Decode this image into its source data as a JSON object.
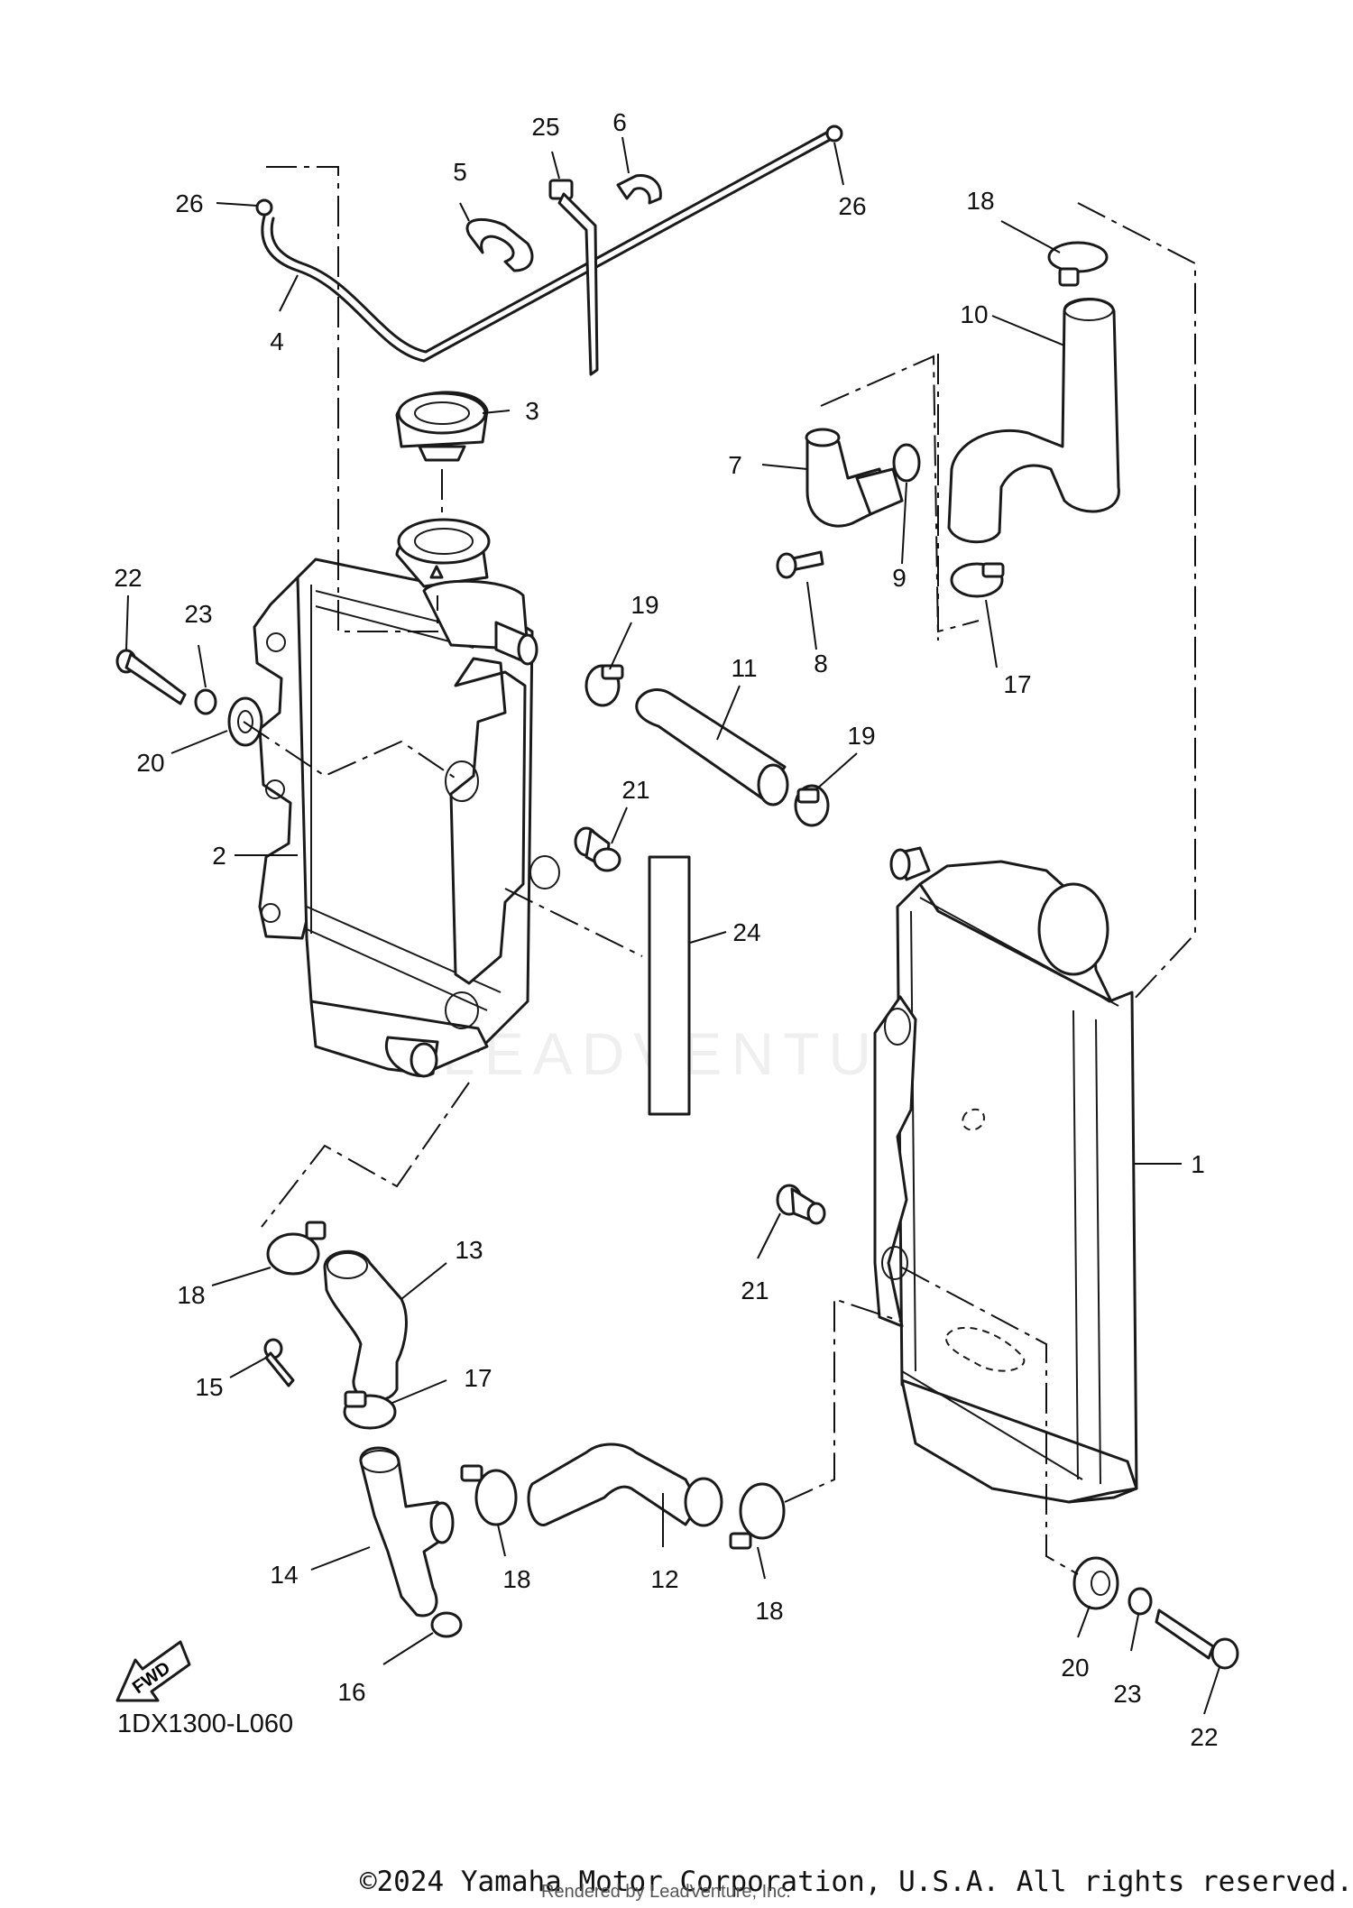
{
  "diagram": {
    "reference_code": "1DX1300-L060",
    "fwd_label": "FWD",
    "watermark": "LEADVENTURE",
    "copyright": "©2024 Yamaha Motor Corporation, U.S.A. All rights reserved.",
    "rendered_by": "Rendered by LeadVenture, Inc.",
    "callouts": [
      {
        "id": "c26a",
        "label": "26"
      },
      {
        "id": "c4",
        "label": "4"
      },
      {
        "id": "c5",
        "label": "5"
      },
      {
        "id": "c25",
        "label": "25"
      },
      {
        "id": "c6",
        "label": "6"
      },
      {
        "id": "c26b",
        "label": "26"
      },
      {
        "id": "c18a",
        "label": "18"
      },
      {
        "id": "c3",
        "label": "3"
      },
      {
        "id": "c10",
        "label": "10"
      },
      {
        "id": "c7",
        "label": "7"
      },
      {
        "id": "c9",
        "label": "9"
      },
      {
        "id": "c8",
        "label": "8"
      },
      {
        "id": "c17a",
        "label": "17"
      },
      {
        "id": "c22a",
        "label": "22"
      },
      {
        "id": "c23a",
        "label": "23"
      },
      {
        "id": "c19a",
        "label": "19"
      },
      {
        "id": "c11",
        "label": "11"
      },
      {
        "id": "c20a",
        "label": "20"
      },
      {
        "id": "c19b",
        "label": "19"
      },
      {
        "id": "c21a",
        "label": "21"
      },
      {
        "id": "c2",
        "label": "2"
      },
      {
        "id": "c24",
        "label": "24"
      },
      {
        "id": "c1",
        "label": "1"
      },
      {
        "id": "c13",
        "label": "13"
      },
      {
        "id": "c18b",
        "label": "18"
      },
      {
        "id": "c21b",
        "label": "21"
      },
      {
        "id": "c15",
        "label": "15"
      },
      {
        "id": "c17b",
        "label": "17"
      },
      {
        "id": "c14",
        "label": "14"
      },
      {
        "id": "c18c",
        "label": "18"
      },
      {
        "id": "c12",
        "label": "12"
      },
      {
        "id": "c18d",
        "label": "18"
      },
      {
        "id": "c16",
        "label": "16"
      },
      {
        "id": "c20b",
        "label": "20"
      },
      {
        "id": "c23b",
        "label": "23"
      },
      {
        "id": "c22b",
        "label": "22"
      }
    ]
  }
}
